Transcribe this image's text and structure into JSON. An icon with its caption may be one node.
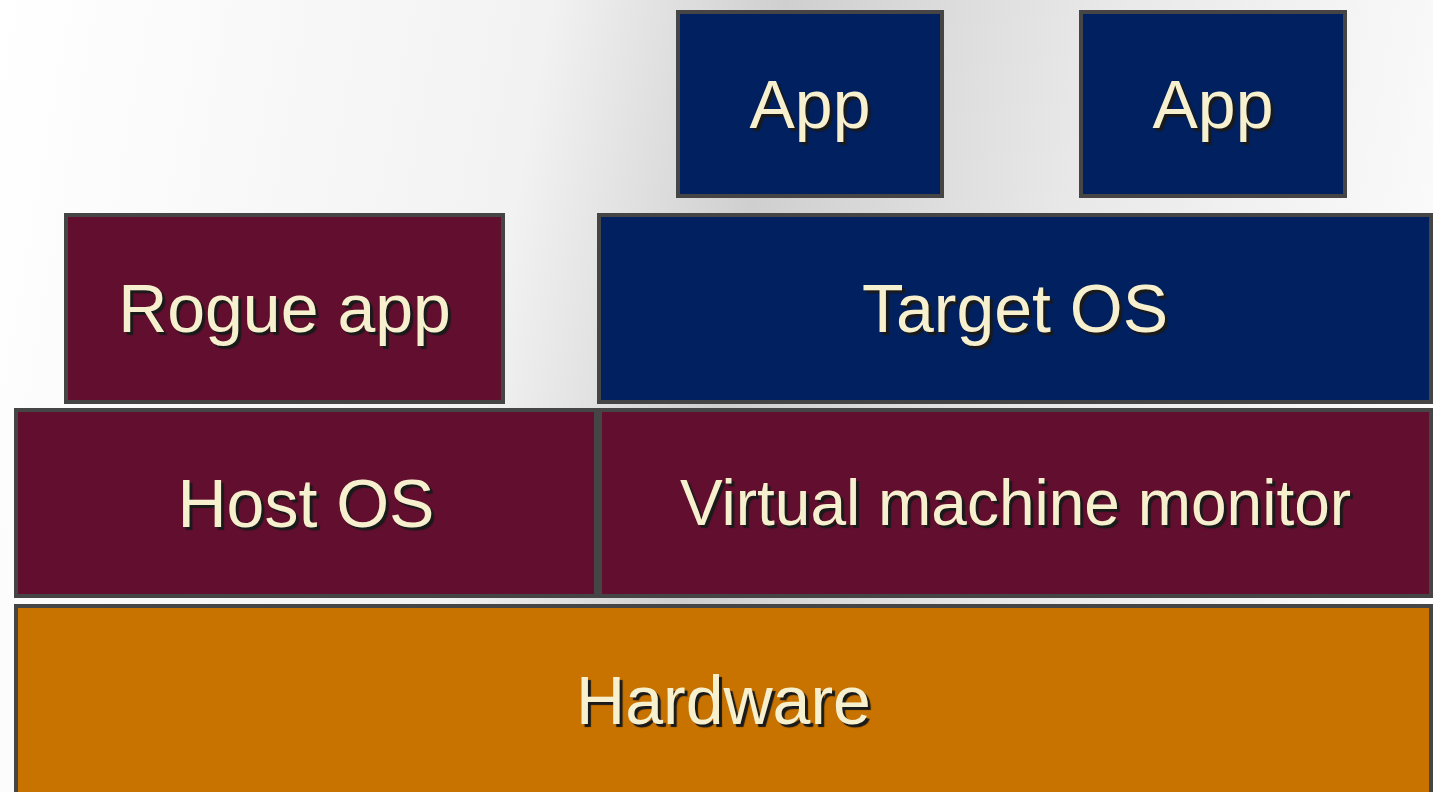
{
  "diagram": {
    "nodes": [
      {
        "text": [
          "App"
        ]
      },
      {
        "text": [
          "App"
        ]
      },
      {
        "text": [
          "Rogue app"
        ]
      },
      {
        "text": [
          "Target OS"
        ]
      },
      {
        "text": [
          "Host OS"
        ]
      },
      {
        "text": [
          "Virtual machine monitor"
        ]
      },
      {
        "text": [
          "Hardware"
        ]
      }
    ]
  }
}
